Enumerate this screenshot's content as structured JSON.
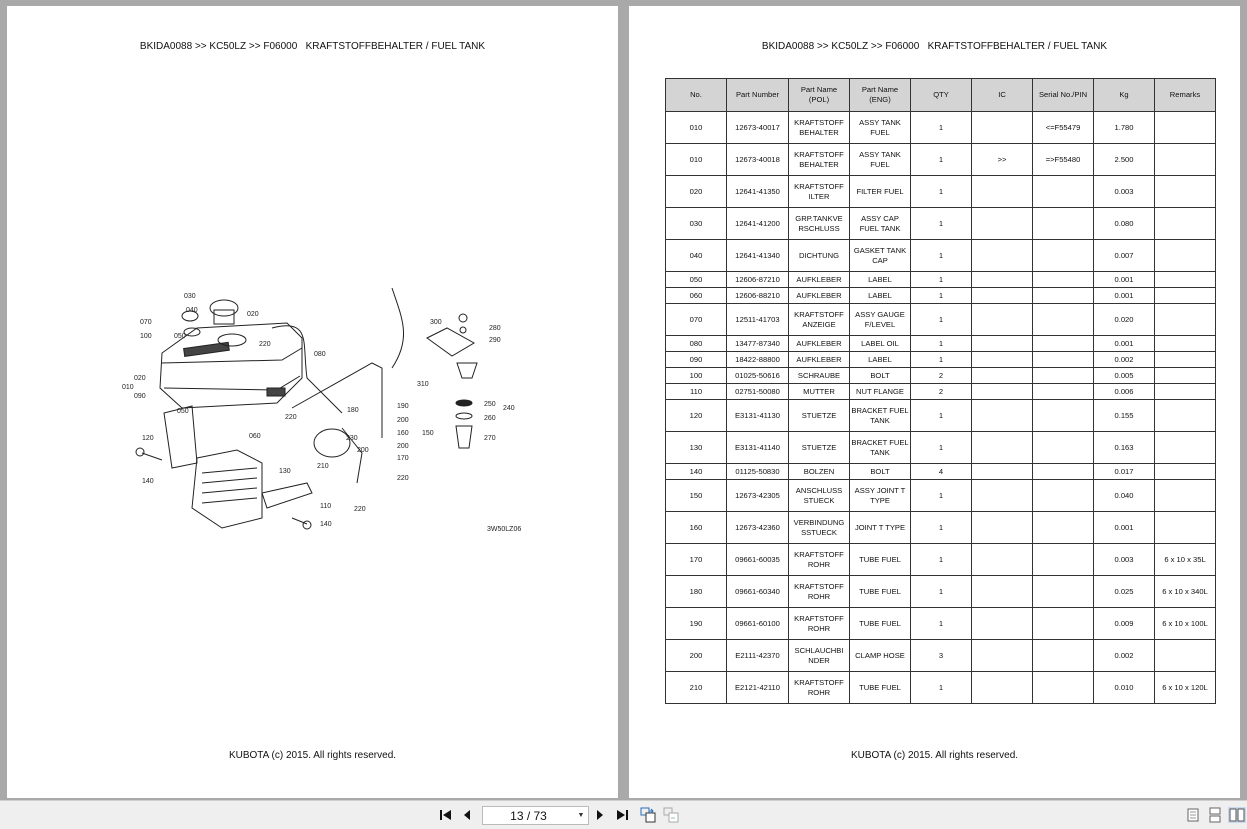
{
  "left_page": {
    "header": "BKIDA0088 >> KC50LZ >> F06000   KRAFTSTOFFBEHALTER / FUEL TANK",
    "footer": "KUBOTA (c) 2015. All rights reserved.",
    "diagram": {
      "code": "3W50LZ06",
      "callouts": [
        "030",
        "040",
        "020",
        "070",
        "100",
        "050",
        "220",
        "080",
        "010",
        "020",
        "090",
        "050",
        "120",
        "060",
        "220",
        "180",
        "300",
        "280",
        "290",
        "310",
        "250",
        "240",
        "260",
        "270",
        "190",
        "200",
        "160",
        "150",
        "230",
        "210",
        "170",
        "130",
        "110",
        "140",
        "220",
        "200",
        "220",
        "140"
      ]
    }
  },
  "right_page": {
    "header": "BKIDA0088 >> KC50LZ >> F06000   KRAFTSTOFFBEHALTER / FUEL TANK",
    "footer": "KUBOTA (c) 2015. All rights reserved.",
    "table": {
      "headers": [
        "No.",
        "Part Number",
        "Part Name\n(POL)",
        "Part Name\n(ENG)",
        "QTY",
        "IC",
        "Serial No./PIN",
        "Kg",
        "Remarks"
      ],
      "rows": [
        [
          "010",
          "12673-40017",
          "KRAFTSTOFF BEHALTER",
          "ASSY TANK FUEL",
          "1",
          "",
          "<=F55479",
          "1.780",
          ""
        ],
        [
          "010",
          "12673-40018",
          "KRAFTSTOFF BEHALTER",
          "ASSY TANK FUEL",
          "1",
          ">>",
          "=>F55480",
          "2.500",
          ""
        ],
        [
          "020",
          "12641-41350",
          "KRAFTSTOFF ILTER",
          "FILTER FUEL",
          "1",
          "",
          "",
          "0.003",
          ""
        ],
        [
          "030",
          "12641-41200",
          "GRP.TANKVE RSCHLUSS",
          "ASSY CAP FUEL TANK",
          "1",
          "",
          "",
          "0.080",
          ""
        ],
        [
          "040",
          "12641-41340",
          "DICHTUNG",
          "GASKET TANK CAP",
          "1",
          "",
          "",
          "0.007",
          ""
        ],
        [
          "050",
          "12606-87210",
          "AUFKLEBER",
          "LABEL",
          "1",
          "",
          "",
          "0.001",
          ""
        ],
        [
          "060",
          "12606-88210",
          "AUFKLEBER",
          "LABEL",
          "1",
          "",
          "",
          "0.001",
          ""
        ],
        [
          "070",
          "12511-41703",
          "KRAFTSTOFF ANZEIGE",
          "ASSY GAUGE F/LEVEL",
          "1",
          "",
          "",
          "0.020",
          ""
        ],
        [
          "080",
          "13477-87340",
          "AUFKLEBER",
          "LABEL OIL",
          "1",
          "",
          "",
          "0.001",
          ""
        ],
        [
          "090",
          "18422-88800",
          "AUFKLEBER",
          "LABEL",
          "1",
          "",
          "",
          "0.002",
          ""
        ],
        [
          "100",
          "01025-50616",
          "SCHRAUBE",
          "BOLT",
          "2",
          "",
          "",
          "0.005",
          ""
        ],
        [
          "110",
          "02751-50080",
          "MUTTER",
          "NUT FLANGE",
          "2",
          "",
          "",
          "0.006",
          ""
        ],
        [
          "120",
          "E3131-41130",
          "STUETZE",
          "BRACKET FUEL TANK",
          "1",
          "",
          "",
          "0.155",
          ""
        ],
        [
          "130",
          "E3131-41140",
          "STUETZE",
          "BRACKET FUEL TANK",
          "1",
          "",
          "",
          "0.163",
          ""
        ],
        [
          "140",
          "01125-50830",
          "BOLZEN",
          "BOLT",
          "4",
          "",
          "",
          "0.017",
          ""
        ],
        [
          "150",
          "12673-42305",
          "ANSCHLUSS STUECK",
          "ASSY JOINT T TYPE",
          "1",
          "",
          "",
          "0.040",
          ""
        ],
        [
          "160",
          "12673-42360",
          "VERBINDUNG SSTUECK",
          "JOINT T TYPE",
          "1",
          "",
          "",
          "0.001",
          ""
        ],
        [
          "170",
          "09661-60035",
          "KRAFTSTOFF ROHR",
          "TUBE FUEL",
          "1",
          "",
          "",
          "0.003",
          "6 x 10 x 35L"
        ],
        [
          "180",
          "09661-60340",
          "KRAFTSTOFF ROHR",
          "TUBE FUEL",
          "1",
          "",
          "",
          "0.025",
          "6 x 10 x 340L"
        ],
        [
          "190",
          "09661-60100",
          "KRAFTSTOFF ROHR",
          "TUBE FUEL",
          "1",
          "",
          "",
          "0.009",
          "6 x 10 x 100L"
        ],
        [
          "200",
          "E2111-42370",
          "SCHLAUCHBI NDER",
          "CLAMP HOSE",
          "3",
          "",
          "",
          "0.002",
          ""
        ],
        [
          "210",
          "E2121-42110",
          "KRAFTSTOFF ROHR",
          "TUBE FUEL",
          "1",
          "",
          "",
          "0.010",
          "6 x 10 x 120L"
        ]
      ],
      "short_rows": [
        5,
        6,
        8,
        9,
        10,
        11,
        14
      ]
    }
  },
  "toolbar": {
    "first_page_icon": "first-page-icon",
    "prev_page_icon": "prev-page-icon",
    "page_indicator": "13 / 73",
    "next_page_icon": "next-page-icon",
    "last_page_icon": "last-page-icon",
    "view_icons": [
      "single-page-view-icon",
      "continuous-view-icon",
      "facing-pages-view-icon"
    ]
  }
}
